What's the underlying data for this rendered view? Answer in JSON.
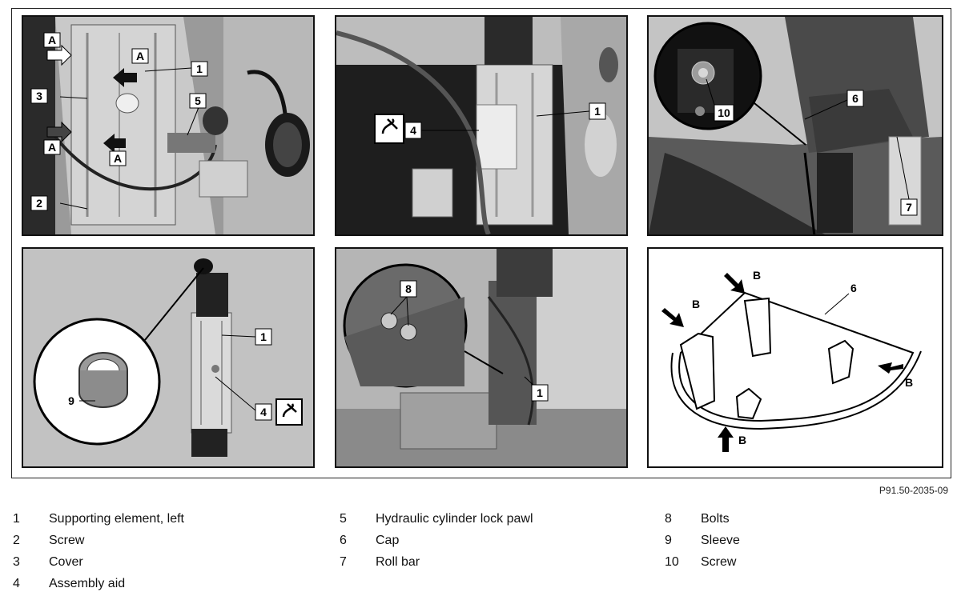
{
  "figure_reference": "P91.50-2035-09",
  "panels": {
    "top_left": {
      "callouts": [
        "A",
        "A",
        "1",
        "3",
        "A",
        "5",
        "A",
        "2"
      ]
    },
    "top_middle": {
      "callouts": [
        "1",
        "4"
      ]
    },
    "top_right": {
      "callouts": [
        "10",
        "6",
        "7"
      ]
    },
    "bottom_left": {
      "callouts": [
        "1",
        "9",
        "4"
      ]
    },
    "bottom_middle": {
      "callouts": [
        "8",
        "1"
      ]
    },
    "bottom_right": {
      "callouts": [
        "B",
        "6",
        "B",
        "B",
        "B"
      ]
    }
  },
  "legend": [
    {
      "num": "1",
      "text": "Supporting element, left"
    },
    {
      "num": "2",
      "text": "Screw"
    },
    {
      "num": "3",
      "text": "Cover"
    },
    {
      "num": "4",
      "text": "Assembly aid"
    },
    {
      "num": "5",
      "text": "Hydraulic cylinder lock pawl"
    },
    {
      "num": "6",
      "text": "Cap"
    },
    {
      "num": "7",
      "text": "Roll bar"
    },
    {
      "num": "8",
      "text": "Bolts"
    },
    {
      "num": "9",
      "text": "Sleeve"
    },
    {
      "num": "10",
      "text": "Screw"
    }
  ]
}
